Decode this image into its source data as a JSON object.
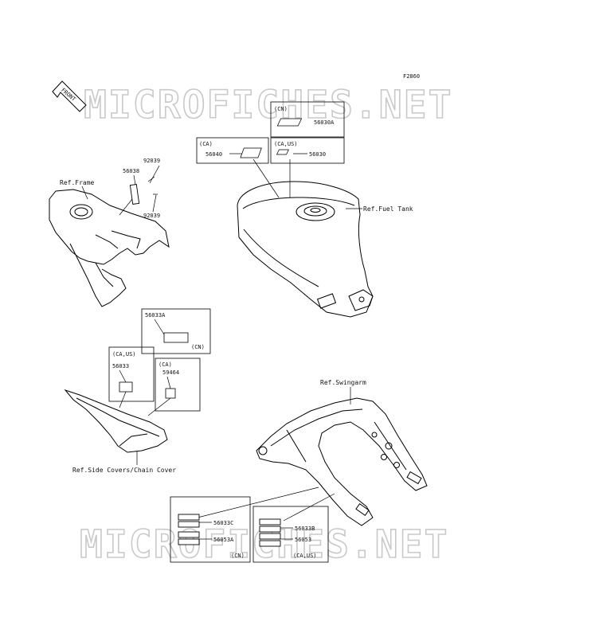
{
  "figure_code": "F2860",
  "front_arrow": "FRONT",
  "watermark": "MICROFICHES.NET",
  "refs": {
    "frame": "Ref.Frame",
    "fuel_tank": "Ref.Fuel Tank",
    "swingarm": "Ref.Swingarm",
    "side_covers": "Ref.Side Covers/Chain Cover"
  },
  "parts": {
    "p92039_top": "92039",
    "p56038": "56038",
    "p92039_bottom": "92039",
    "p56040": "56040",
    "p56030": "56030",
    "p56030A": "56030A",
    "p56033A": "56033A",
    "p56033": "56033",
    "p59464": "59464",
    "p56033C": "56033C",
    "p56053A": "56053A",
    "p56033B": "56033B",
    "p56053": "56053"
  },
  "regions": {
    "ca": "(CA)",
    "ca_us": "(CA,US)",
    "cn": "(CN)"
  }
}
